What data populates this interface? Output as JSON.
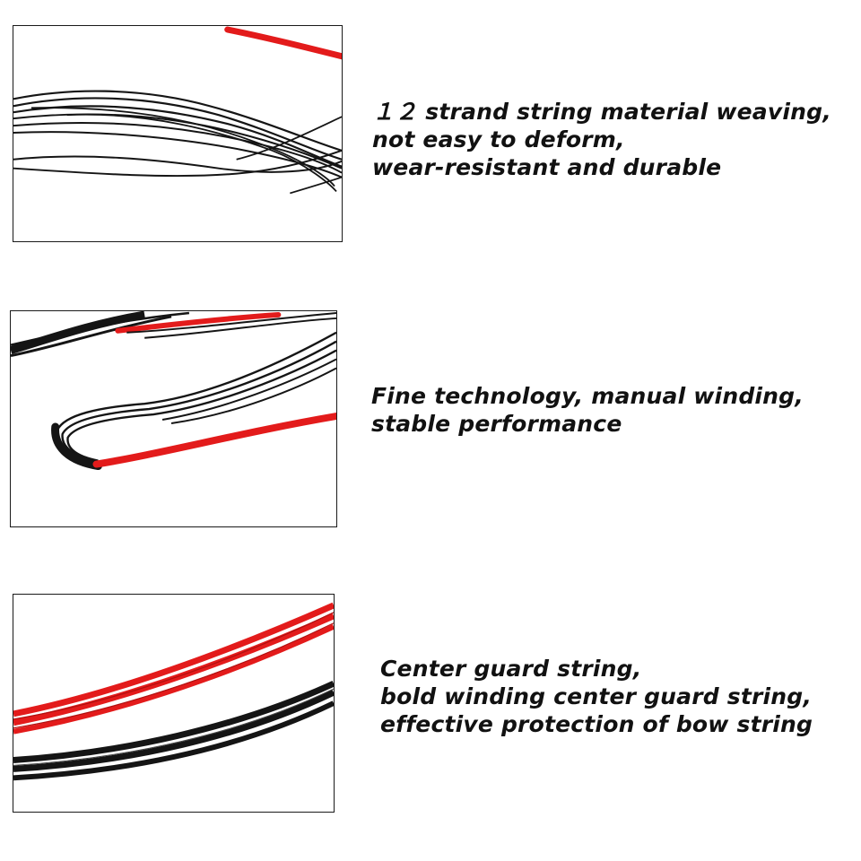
{
  "colors": {
    "string_black": "#151515",
    "string_red": "#e31b1b",
    "frame": "#1a1a1a"
  },
  "sections": [
    {
      "image": "black-string-strands-photo",
      "lines": [
        "１２ strand string material weaving,",
        "not easy to deform,",
        "wear-resistant and durable"
      ]
    },
    {
      "image": "string-loop-winding-photo",
      "lines": [
        "Fine technology, manual winding,",
        "stable performance"
      ]
    },
    {
      "image": "center-guard-string-photo",
      "lines": [
        "Center guard string,",
        "bold winding center guard string,",
        "effective protection of bow string"
      ]
    }
  ]
}
